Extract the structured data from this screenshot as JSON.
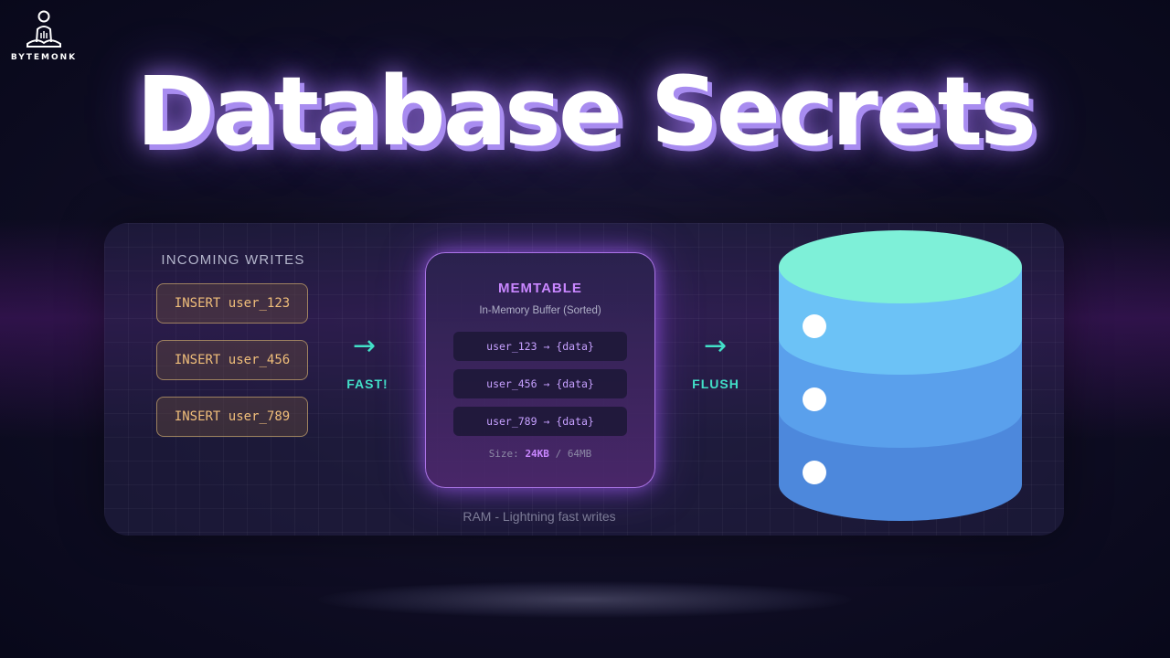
{
  "brand": {
    "logo_text": "BYTEMONK"
  },
  "title": "Database Secrets",
  "incoming": {
    "label": "INCOMING WRITES",
    "items": [
      "INSERT user_123",
      "INSERT user_456",
      "INSERT user_789"
    ]
  },
  "arrows": {
    "symbol": "→",
    "fast_label": "FAST!",
    "flush_label": "FLUSH"
  },
  "memtable": {
    "title": "MEMTABLE",
    "subtitle": "In-Memory Buffer (Sorted)",
    "entries": [
      "user_123 → {data}",
      "user_456 → {data}",
      "user_789 → {data}"
    ],
    "size_label": "Size:",
    "size_value": "24KB",
    "size_sep": "/",
    "size_max": "64MB"
  },
  "ram_label": "RAM - Lightning fast writes",
  "colors": {
    "accent_teal": "#42e0c8",
    "accent_purple": "#c987ff",
    "write_text": "#f0be7a",
    "db_top": "#7ef0d8",
    "db_tier1": "#6cc2f6",
    "db_tier2": "#5aa0ec",
    "db_tier3": "#4d88dc"
  },
  "icons": {
    "logo": "monk-meditating-icon",
    "arrow": "arrow-right-icon",
    "database": "database-cylinder-icon"
  }
}
